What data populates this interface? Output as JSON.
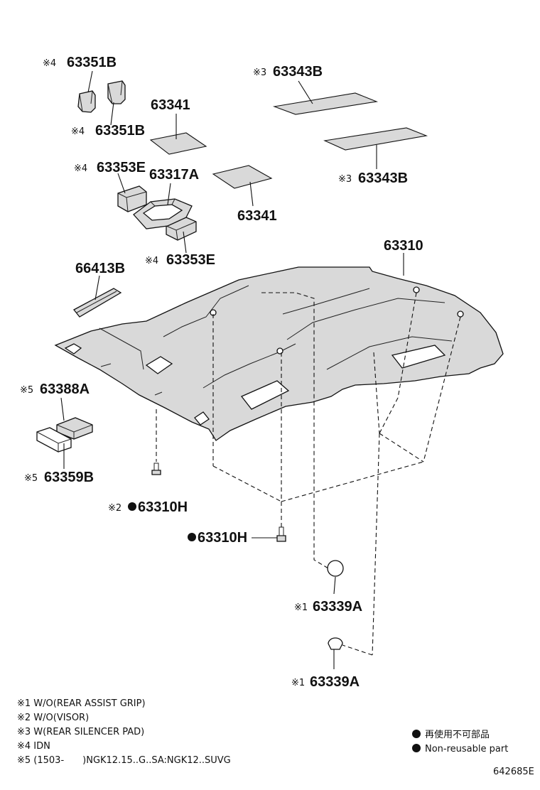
{
  "labels": {
    "p63351B_top": {
      "mark": "※4",
      "code": "63351B"
    },
    "p63351B_bot": {
      "mark": "※4",
      "code": "63351B"
    },
    "p63341_top": {
      "mark": "",
      "code": "63341"
    },
    "p63341_mid": {
      "mark": "",
      "code": "63341"
    },
    "p63343B_top": {
      "mark": "※3",
      "code": "63343B"
    },
    "p63343B_bot": {
      "mark": "※3",
      "code": "63343B"
    },
    "p63353E_top": {
      "mark": "※4",
      "code": "63353E"
    },
    "p63353E_bot": {
      "mark": "※4",
      "code": "63353E"
    },
    "p63317A": {
      "mark": "",
      "code": "63317A"
    },
    "p63310": {
      "mark": "",
      "code": "63310"
    },
    "p66413B": {
      "mark": "",
      "code": "66413B"
    },
    "p63388A": {
      "mark": "※5",
      "code": "63388A"
    },
    "p63359B": {
      "mark": "※5",
      "code": "63359B"
    },
    "p63310H_left": {
      "mark": "※2",
      "code": "63310H"
    },
    "p63310H_right": {
      "mark": "",
      "code": "63310H"
    },
    "p63339A_top": {
      "mark": "※1",
      "code": "63339A"
    },
    "p63339A_bot": {
      "mark": "※1",
      "code": "63339A"
    }
  },
  "notes": [
    "※1 W/O(REAR ASSIST GRIP)",
    "※2 W/O(VISOR)",
    "※3 W(REAR SILENCER PAD)",
    "※4 IDN",
    "※5 (1503-　　)NGK12.15..G..SA:NGK12..SUVG"
  ],
  "legend": {
    "jp": "再使用不可部品",
    "en": "Non-reusable part"
  },
  "figure_id": "642685E"
}
